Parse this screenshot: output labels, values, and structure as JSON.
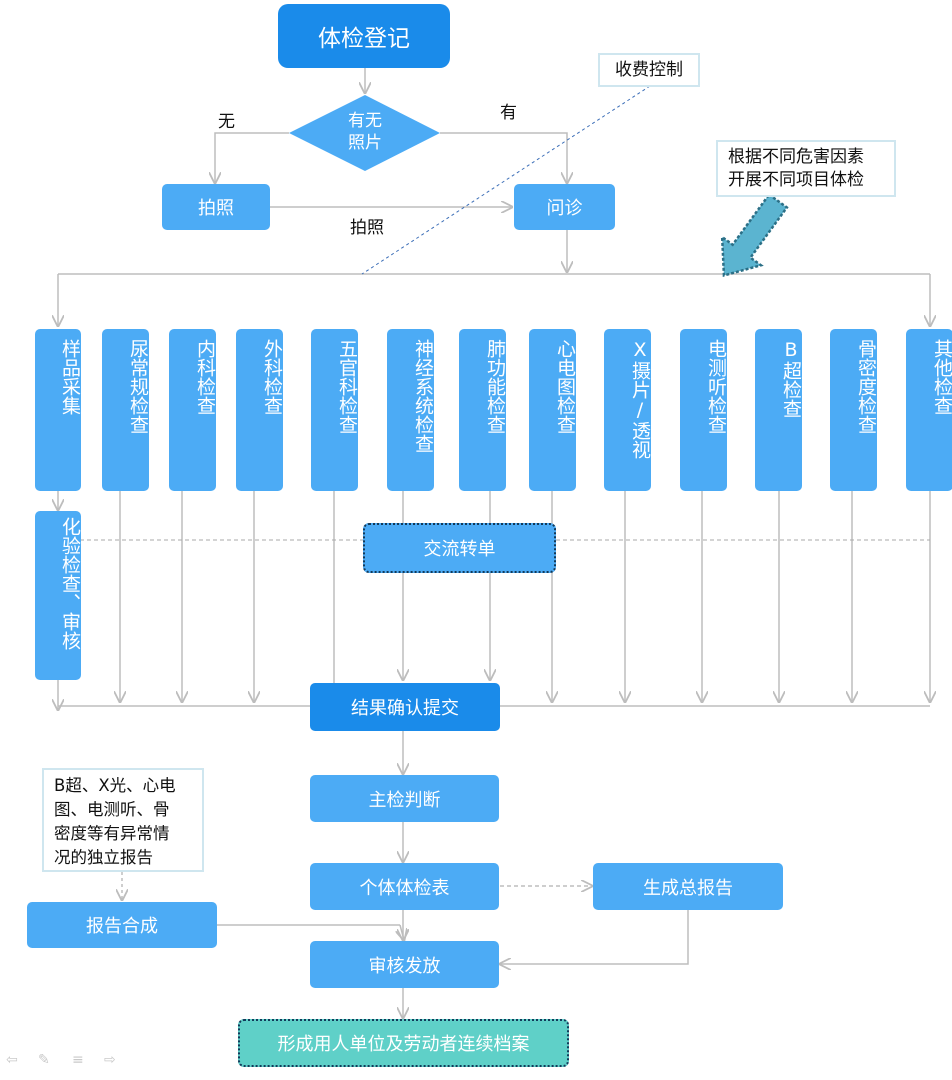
{
  "nodes": {
    "start": "体检登记",
    "decision": [
      "有无",
      "照片"
    ],
    "photo": "拍照",
    "consult": "问诊",
    "exchange": "交流转单",
    "result_submit": "结果确认提交",
    "main_judge": "主检判断",
    "individual_form": "个体体检表",
    "summary_report": "生成总报告",
    "report_merge": "报告合成",
    "review_issue": "审核发放",
    "archive": "形成用人单位及劳动者连续档案"
  },
  "edge_labels": {
    "no": "无",
    "yes": "有",
    "photo_to_consult": "拍照"
  },
  "notes": {
    "fee_control": "收费控制",
    "hazard": [
      "根据不同危害因素",
      "开展不同项目体检"
    ],
    "independent_report": [
      "B超、X光、心电",
      "图、电测听、骨",
      "密度等有异常情",
      "况的独立报告"
    ]
  },
  "exams": [
    "样品采集",
    "尿常规检查",
    "内科检查",
    "外科检查",
    "五官科检查",
    "神经系统检查",
    "肺功能检查",
    "心电图检查",
    "X摄片/透视",
    "电测听检查",
    "B超检查",
    "骨密度检查",
    "其他检查"
  ],
  "lab_test": "化验检查、审核",
  "colors": {
    "box": "#4cabf5",
    "box_dark": "#1a8bea",
    "archive": "#5fd0c8",
    "line": "#bdbdbd",
    "dashed": "#3d6fb8"
  }
}
